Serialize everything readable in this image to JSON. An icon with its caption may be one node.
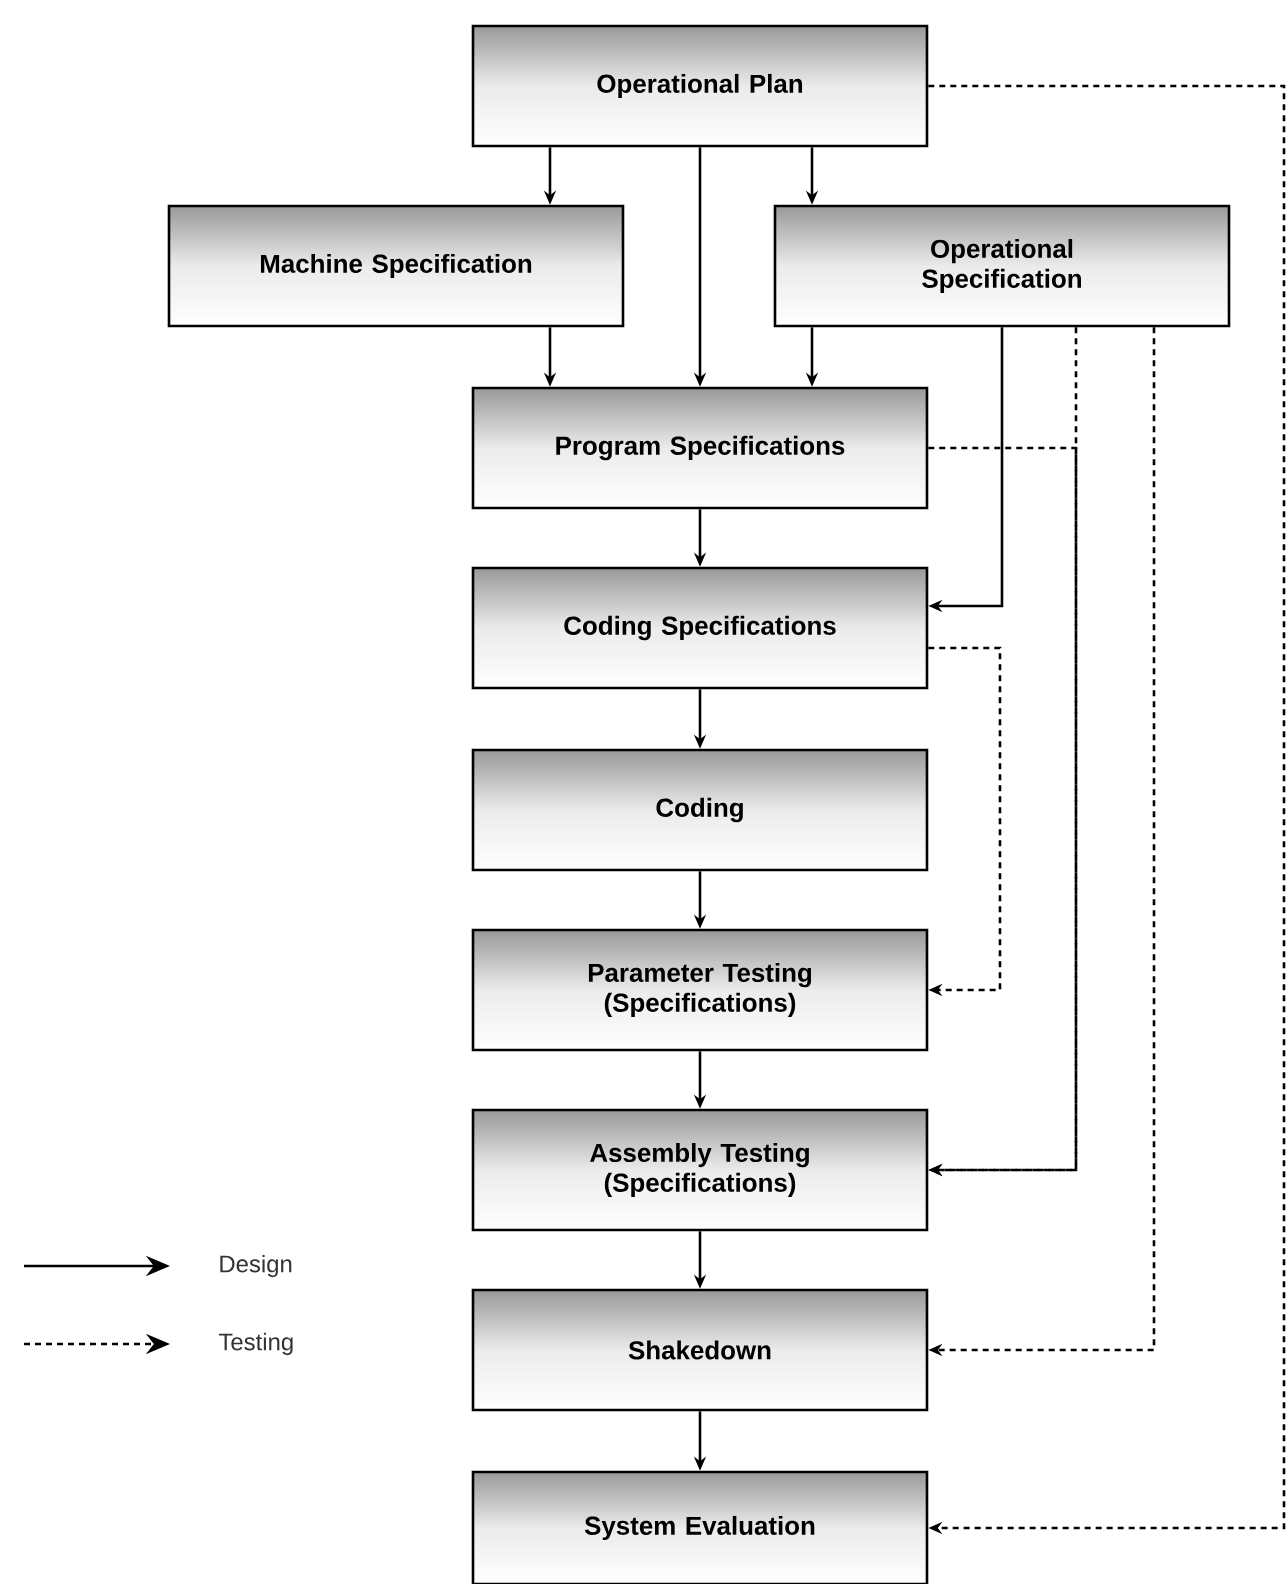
{
  "diagram": {
    "nodes": [
      {
        "text": [
          "Operational Plan"
        ]
      },
      {
        "text": [
          "Machine Specification"
        ]
      },
      {
        "text": [
          "Operational Specification"
        ]
      },
      {
        "text": [
          "Program Specifications"
        ]
      },
      {
        "text": [
          "Coding Specifications"
        ]
      },
      {
        "text": [
          "Coding"
        ]
      },
      {
        "text": [
          "Parameter Testing (Specifications)"
        ]
      },
      {
        "text": [
          "Assembly Testing (Specifications)"
        ]
      },
      {
        "text": [
          "Shakedown"
        ]
      },
      {
        "text": [
          "System Evaluation"
        ]
      }
    ],
    "edges": [
      {
        "from": 0,
        "to": 1,
        "arrow": "to"
      },
      {
        "from": 0,
        "to": 3,
        "arrow": "to"
      },
      {
        "from": 0,
        "to": 2,
        "arrow": "to"
      },
      {
        "from": 1,
        "to": 3,
        "arrow": "to"
      },
      {
        "from": 2,
        "to": 3,
        "arrow": "to"
      },
      {
        "from": 2,
        "to": 4,
        "arrow": "to"
      },
      {
        "from": 3,
        "to": 4,
        "arrow": "to"
      },
      {
        "from": 4,
        "to": 5,
        "arrow": "to"
      },
      {
        "from": 5,
        "to": 6,
        "arrow": "to"
      },
      {
        "from": 6,
        "to": 7,
        "arrow": "to"
      },
      {
        "from": 7,
        "to": 8,
        "arrow": "to"
      },
      {
        "from": 8,
        "to": 9,
        "arrow": "to"
      },
      {
        "from": 0,
        "to": 9,
        "arrow": "to",
        "style": "dashed"
      },
      {
        "from": 3,
        "to": 7,
        "arrow": "to",
        "style": "dashed"
      },
      {
        "from": 2,
        "to": 7,
        "arrow": "to",
        "style": "dashed"
      },
      {
        "from": 4,
        "to": 6,
        "arrow": "to",
        "style": "dashed"
      },
      {
        "from": 2,
        "to": 8,
        "arrow": "to",
        "style": "dashed"
      }
    ],
    "legend": [
      {
        "text": "Design"
      },
      {
        "text": "Testing"
      }
    ]
  }
}
